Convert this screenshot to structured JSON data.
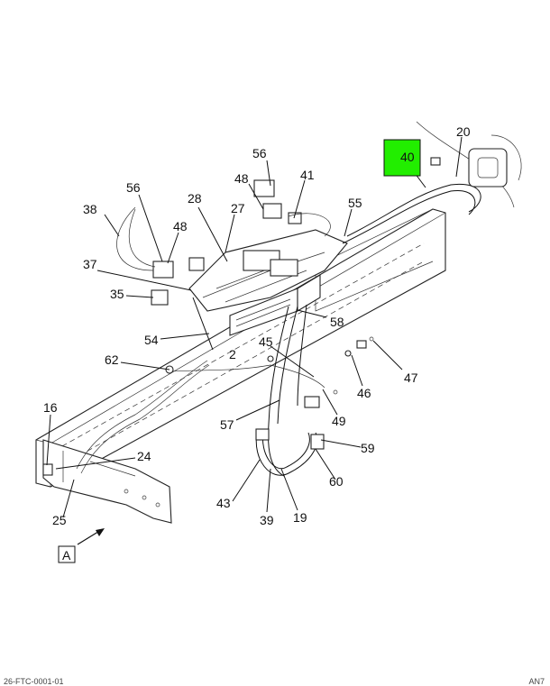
{
  "callouts": [
    {
      "id": "c20",
      "text": "20"
    },
    {
      "id": "c40",
      "text": "40"
    },
    {
      "id": "c56a",
      "text": "56"
    },
    {
      "id": "c48a",
      "text": "48"
    },
    {
      "id": "c41",
      "text": "41"
    },
    {
      "id": "c55",
      "text": "55"
    },
    {
      "id": "c38",
      "text": "38"
    },
    {
      "id": "c56b",
      "text": "56"
    },
    {
      "id": "c28",
      "text": "28"
    },
    {
      "id": "c27",
      "text": "27"
    },
    {
      "id": "c48b",
      "text": "48"
    },
    {
      "id": "c37",
      "text": "37"
    },
    {
      "id": "c35",
      "text": "35"
    },
    {
      "id": "c58",
      "text": "58"
    },
    {
      "id": "c54",
      "text": "54"
    },
    {
      "id": "c2",
      "text": "2"
    },
    {
      "id": "c45",
      "text": "45"
    },
    {
      "id": "c62",
      "text": "62"
    },
    {
      "id": "c47",
      "text": "47"
    },
    {
      "id": "c46",
      "text": "46"
    },
    {
      "id": "c49",
      "text": "49"
    },
    {
      "id": "c16",
      "text": "16"
    },
    {
      "id": "c57",
      "text": "57"
    },
    {
      "id": "c24",
      "text": "24"
    },
    {
      "id": "c59",
      "text": "59"
    },
    {
      "id": "c60",
      "text": "60"
    },
    {
      "id": "c43",
      "text": "43"
    },
    {
      "id": "c25",
      "text": "25"
    },
    {
      "id": "c39",
      "text": "39"
    },
    {
      "id": "c19",
      "text": "19"
    }
  ],
  "view_label": "A",
  "highlight_color": "#22ee00",
  "footer": {
    "left": "26-FTC-0001-01",
    "right": "AN7"
  }
}
